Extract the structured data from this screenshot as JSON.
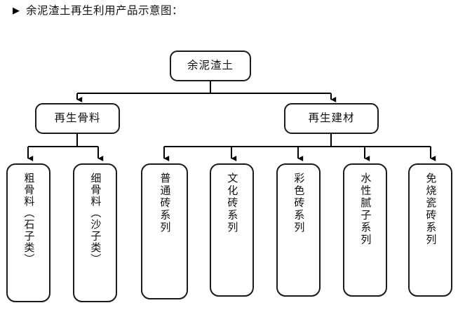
{
  "title": {
    "bullet": "▶",
    "text": "余泥渣土再生利用产品示意图："
  },
  "chart_data": {
    "type": "diagram",
    "diagram_kind": "tree-flowchart",
    "title": "余泥渣土再生利用产品示意图：",
    "orientation": "top-down",
    "node_shape": "rounded-rectangle",
    "edge_style": "orthogonal-with-arrowheads",
    "colors": {
      "background": "#ffffff",
      "node_fill": "#ffffff",
      "node_border": "#1a1a1a",
      "edge": "#000000",
      "text": "#111111"
    },
    "levels": 3,
    "nodes": [
      {
        "id": "root",
        "label": "余泥渣土",
        "level": 1,
        "text_direction": "horizontal"
      },
      {
        "id": "agg",
        "label": "再生骨料",
        "level": 2,
        "text_direction": "horizontal"
      },
      {
        "id": "mat",
        "label": "再生建材",
        "level": 2,
        "text_direction": "horizontal"
      },
      {
        "id": "leaf1",
        "label": "粗骨料（石子类）",
        "level": 3,
        "text_direction": "vertical"
      },
      {
        "id": "leaf2",
        "label": "细骨料（沙子类）",
        "level": 3,
        "text_direction": "vertical"
      },
      {
        "id": "leaf3",
        "label": "普通砖系列",
        "level": 3,
        "text_direction": "vertical"
      },
      {
        "id": "leaf4",
        "label": "文化砖系列",
        "level": 3,
        "text_direction": "vertical"
      },
      {
        "id": "leaf5",
        "label": "彩色砖系列",
        "level": 3,
        "text_direction": "vertical"
      },
      {
        "id": "leaf6",
        "label": "水性腻子系列",
        "level": 3,
        "text_direction": "vertical"
      },
      {
        "id": "leaf7",
        "label": "免烧瓷砖系列",
        "level": 3,
        "text_direction": "vertical"
      }
    ],
    "edges": [
      {
        "from": "root",
        "to": "agg"
      },
      {
        "from": "root",
        "to": "mat"
      },
      {
        "from": "agg",
        "to": "leaf1"
      },
      {
        "from": "agg",
        "to": "leaf2"
      },
      {
        "from": "mat",
        "to": "leaf3"
      },
      {
        "from": "mat",
        "to": "leaf4"
      },
      {
        "from": "mat",
        "to": "leaf5"
      },
      {
        "from": "mat",
        "to": "leaf6"
      },
      {
        "from": "mat",
        "to": "leaf7"
      }
    ]
  },
  "diagram": {
    "root": {
      "label": "余泥渣土"
    },
    "branches": [
      {
        "label": "再生骨料"
      },
      {
        "label": "再生建材"
      }
    ],
    "leaves": [
      {
        "label": "粗骨料（石子类）"
      },
      {
        "label": "细骨料（沙子类）"
      },
      {
        "label": "普通砖系列"
      },
      {
        "label": "文化砖系列"
      },
      {
        "label": "彩色砖系列"
      },
      {
        "label": "水性腻子系列"
      },
      {
        "label": "免烧瓷砖系列"
      }
    ]
  }
}
